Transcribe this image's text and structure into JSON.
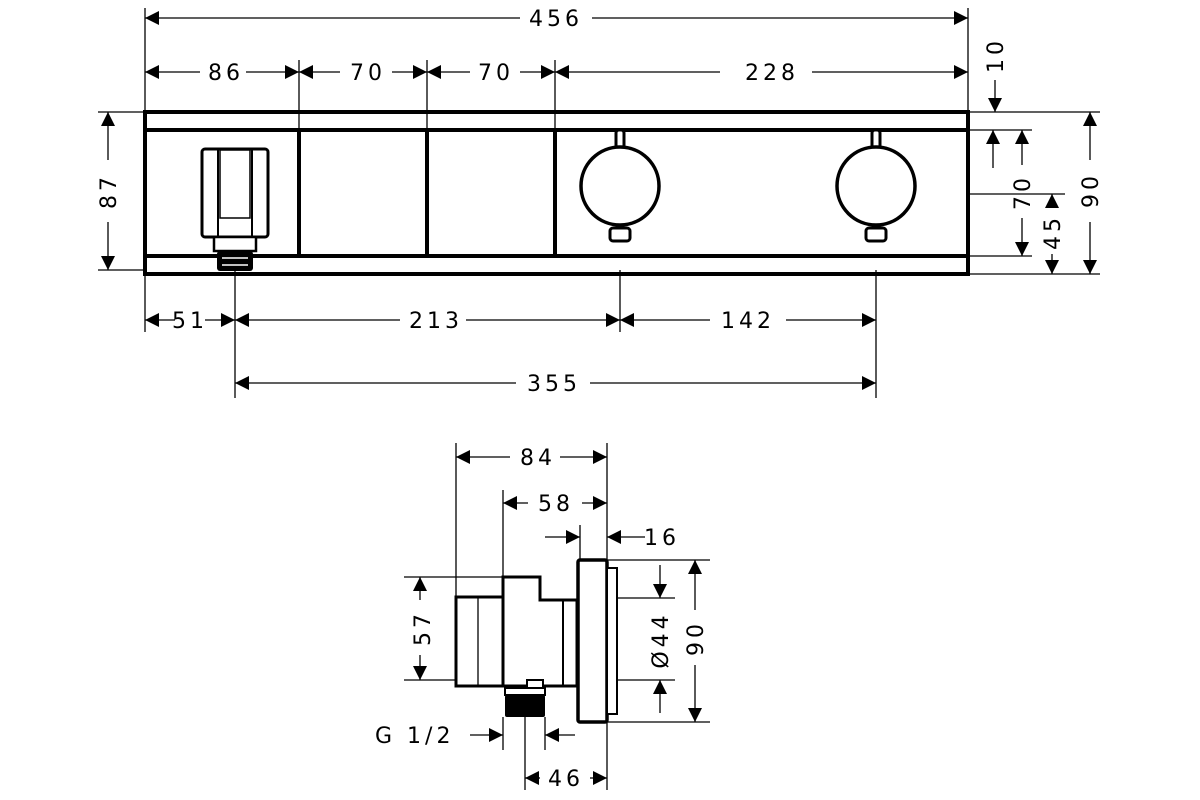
{
  "title": "Technical dimension drawing - thermostat module with shower outlet",
  "top_view": {
    "overall_width": "456",
    "segment_1": "86",
    "segment_2": "70",
    "segment_3": "70",
    "segment_4": "228",
    "top_offset": "10",
    "height_left": "87",
    "inner_height": "70",
    "knob_center_height": "45",
    "overall_height": "90",
    "outlet_offset": "51",
    "outlet_to_knob": "213",
    "knob_spacing": "142",
    "outlet_to_knob2": "355"
  },
  "side_view": {
    "depth_total": "84",
    "depth_body": "58",
    "plate_thickness": "16",
    "body_height": "57",
    "diameter": "Ø44",
    "plate_height": "90",
    "thread_label": "G 1/2",
    "thread_offset": "46"
  }
}
